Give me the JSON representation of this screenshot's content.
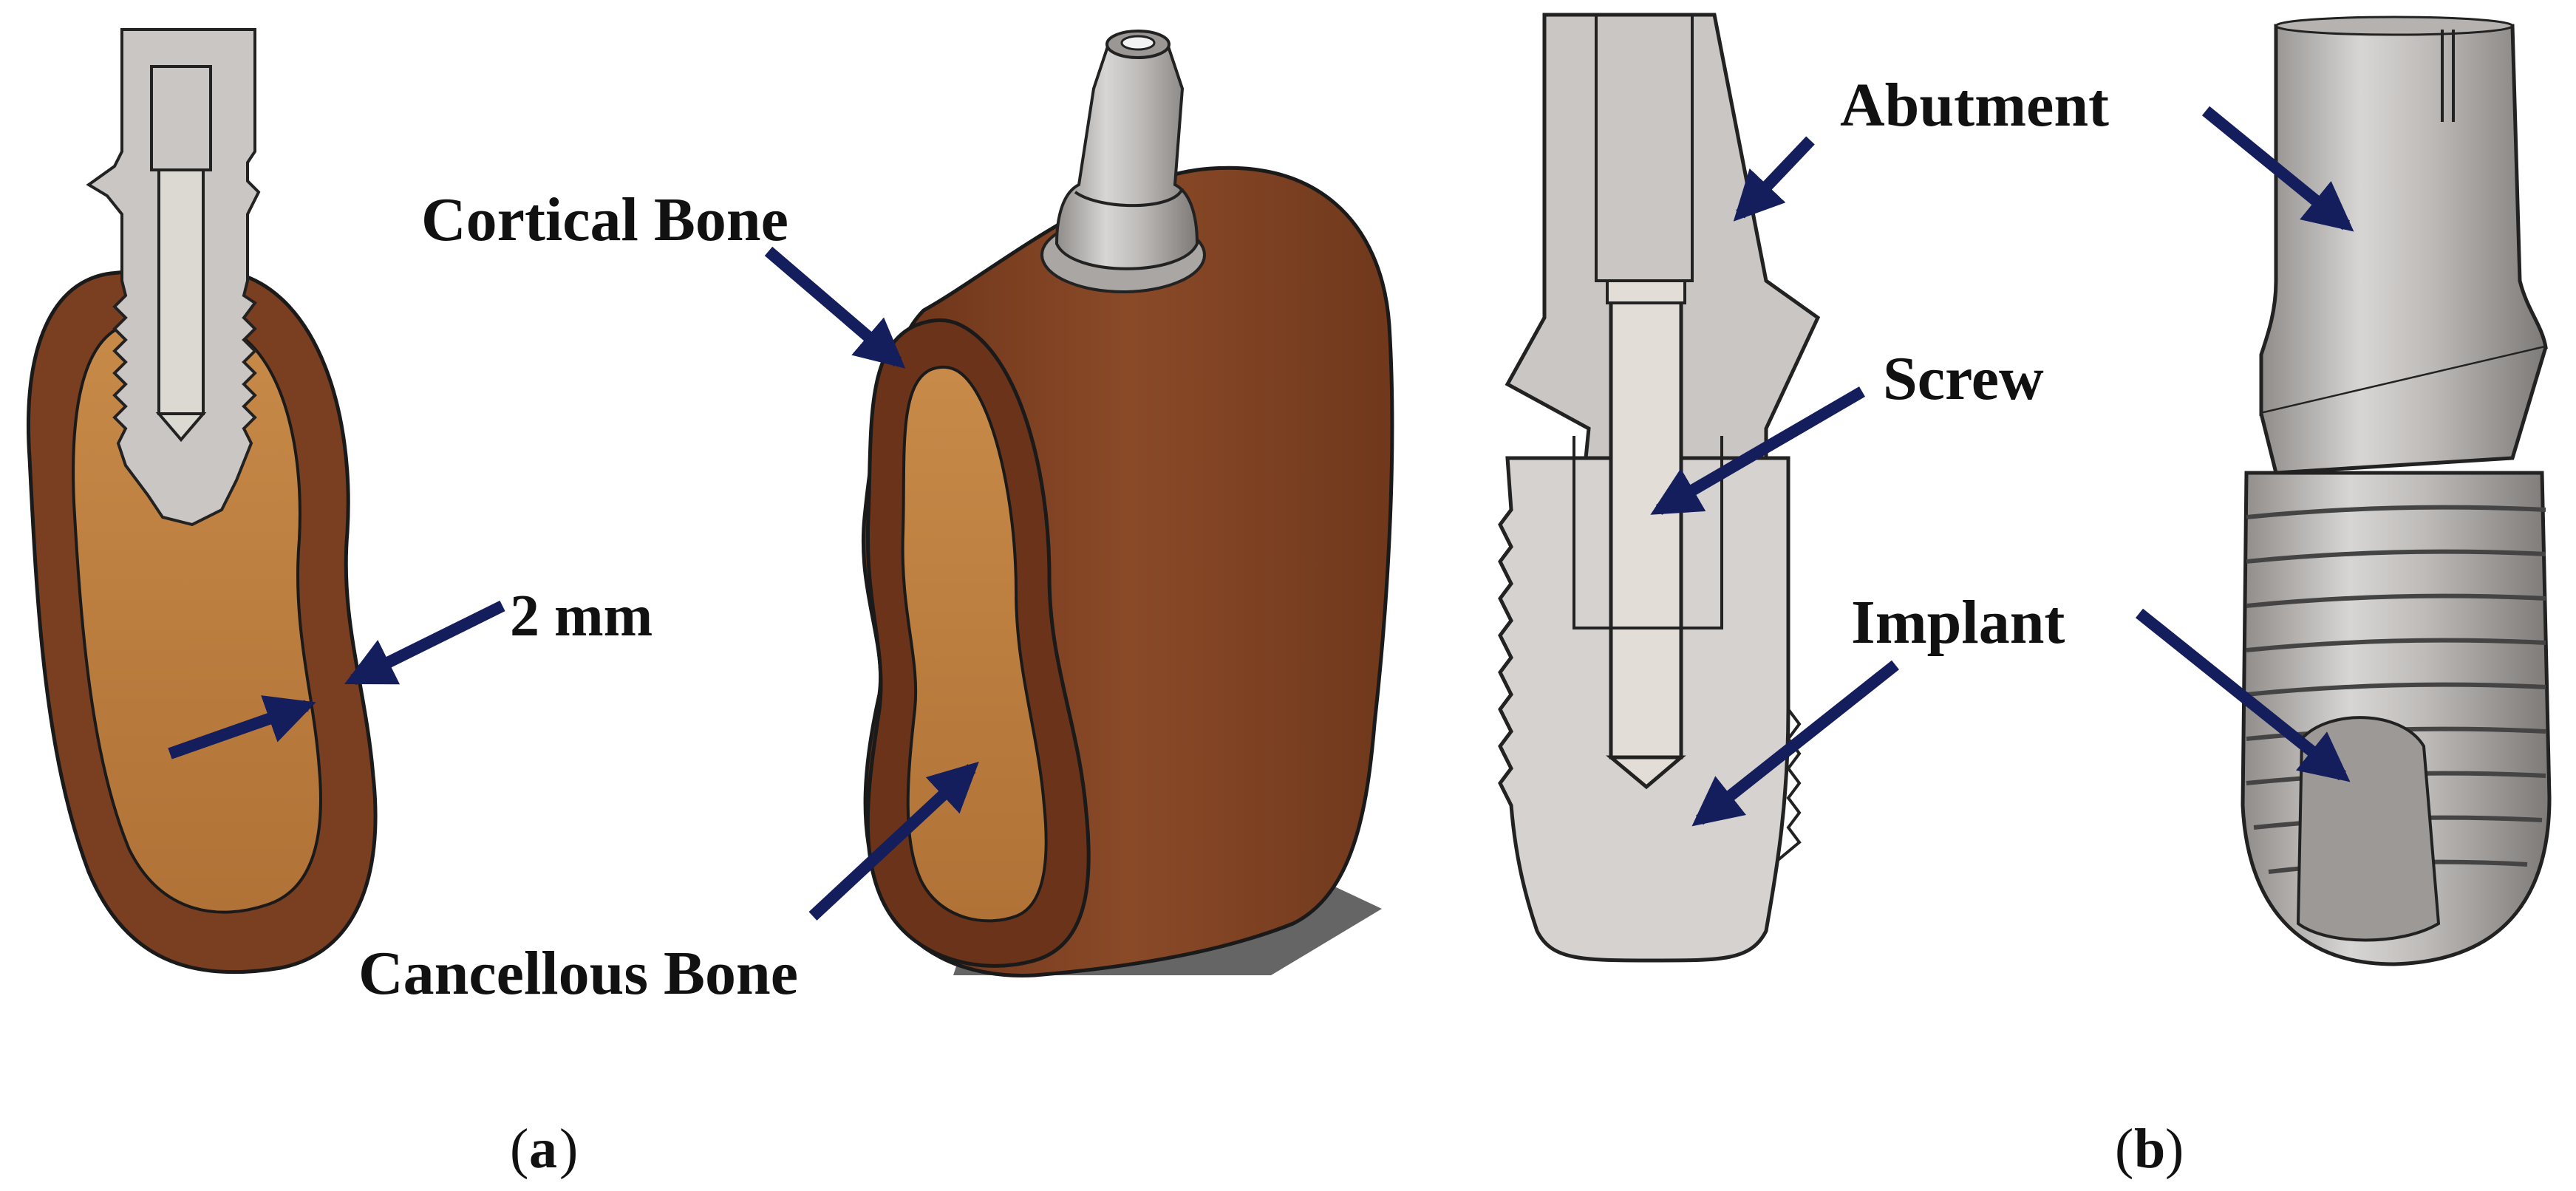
{
  "labels": {
    "cortical_bone": "Cortical Bone",
    "cancellous_bone": "Cancellous Bone",
    "thickness": "2 mm",
    "abutment": "Abutment",
    "screw": "Screw",
    "implant": "Implant"
  },
  "captions": {
    "a": "a",
    "b": "b"
  },
  "colors": {
    "cortical": "#7a3e20",
    "cancellous": "#b87a3e",
    "metal": "#c9c6c4",
    "metal_dark": "#8d8a88",
    "arrow": "#141e5c"
  }
}
